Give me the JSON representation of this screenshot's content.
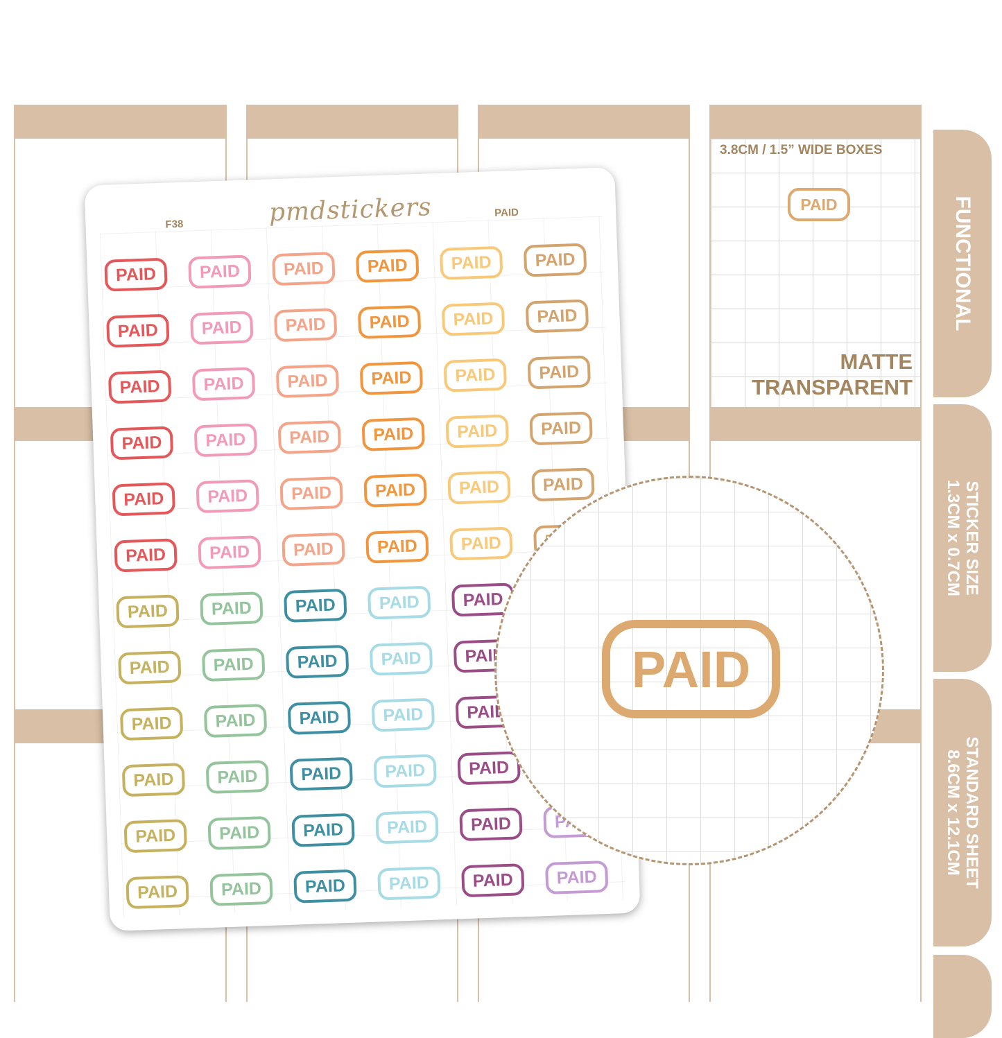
{
  "product": {
    "box_label": "3.8CM / 1.5” WIDE BOXES",
    "finish_line1": "MATTE",
    "finish_line2": "TRANSPARENT"
  },
  "tabs": [
    {
      "label": "FUNCTIONAL"
    },
    {
      "label_line1": "STICKER SIZE",
      "label_line2": "1.3CM x 0.7CM"
    },
    {
      "label_line1": "STANDARD SHEET",
      "label_line2": "8.6CM x 12.1CM"
    }
  ],
  "sheet": {
    "code": "F38",
    "brand": "pmdstickers",
    "name": "PAID",
    "sticker_text": "PAID",
    "rows": 12,
    "cols": 6,
    "colors": {
      "top": [
        "#e4585a",
        "#f19bb9",
        "#f3a489",
        "#f0963e",
        "#f9c97a",
        "#d3a46e"
      ],
      "bottom": [
        "#c5b15e",
        "#93c49b",
        "#3f8fa3",
        "#a7dbe6",
        "#9a4d86",
        "#c59bd6"
      ]
    }
  },
  "zoom": {
    "sticker_text": "PAID",
    "color": "#dcaa70"
  }
}
